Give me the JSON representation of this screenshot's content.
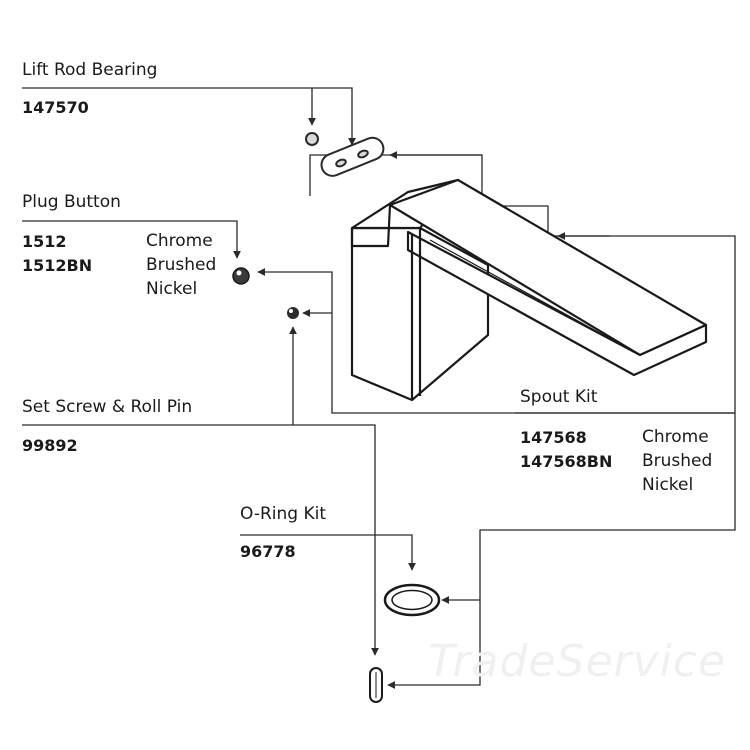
{
  "parts": [
    {
      "name": "Lift Rod Bearing",
      "numbers": [
        "147570"
      ],
      "finishes": []
    },
    {
      "name": "Plug Button",
      "numbers": [
        "1512",
        "1512BN"
      ],
      "finishes": [
        "Chrome",
        "Brushed",
        "Nickel"
      ]
    },
    {
      "name": "Set Screw & Roll Pin",
      "numbers": [
        "99892"
      ],
      "finishes": []
    },
    {
      "name": "Spout Kit",
      "numbers": [
        "147568",
        "147568BN"
      ],
      "finishes": [
        "Chrome",
        "Brushed",
        "Nickel"
      ]
    },
    {
      "name": "O-Ring Kit",
      "numbers": [
        "96778"
      ],
      "finishes": []
    }
  ],
  "watermark": "TradeService",
  "colors": {
    "line": "#2a2a2a",
    "text": "#1a1a1a",
    "watermark": "#f0f0f0"
  }
}
